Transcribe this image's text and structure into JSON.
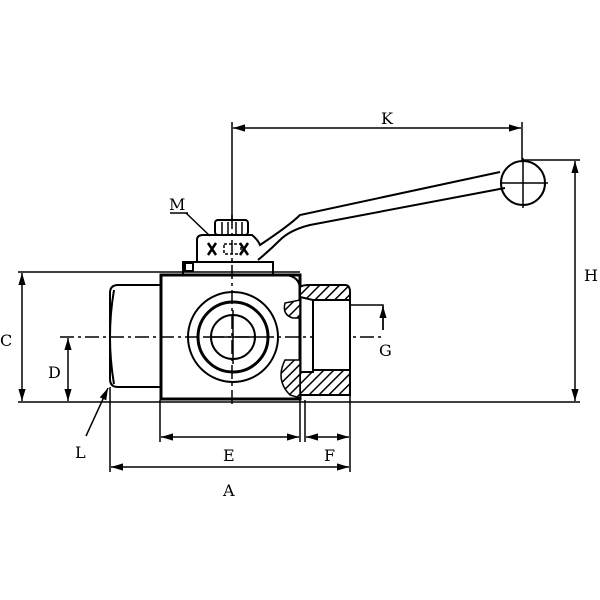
{
  "drawing": {
    "title": "3-way ball valve dimension drawing",
    "labels": {
      "K": "K",
      "M": "M",
      "H": "H",
      "C": "C",
      "D": "D",
      "G": "G",
      "L": "L",
      "E": "E",
      "F": "F",
      "A": "A"
    },
    "colors": {
      "line": "#000000",
      "background": "#ffffff"
    }
  }
}
